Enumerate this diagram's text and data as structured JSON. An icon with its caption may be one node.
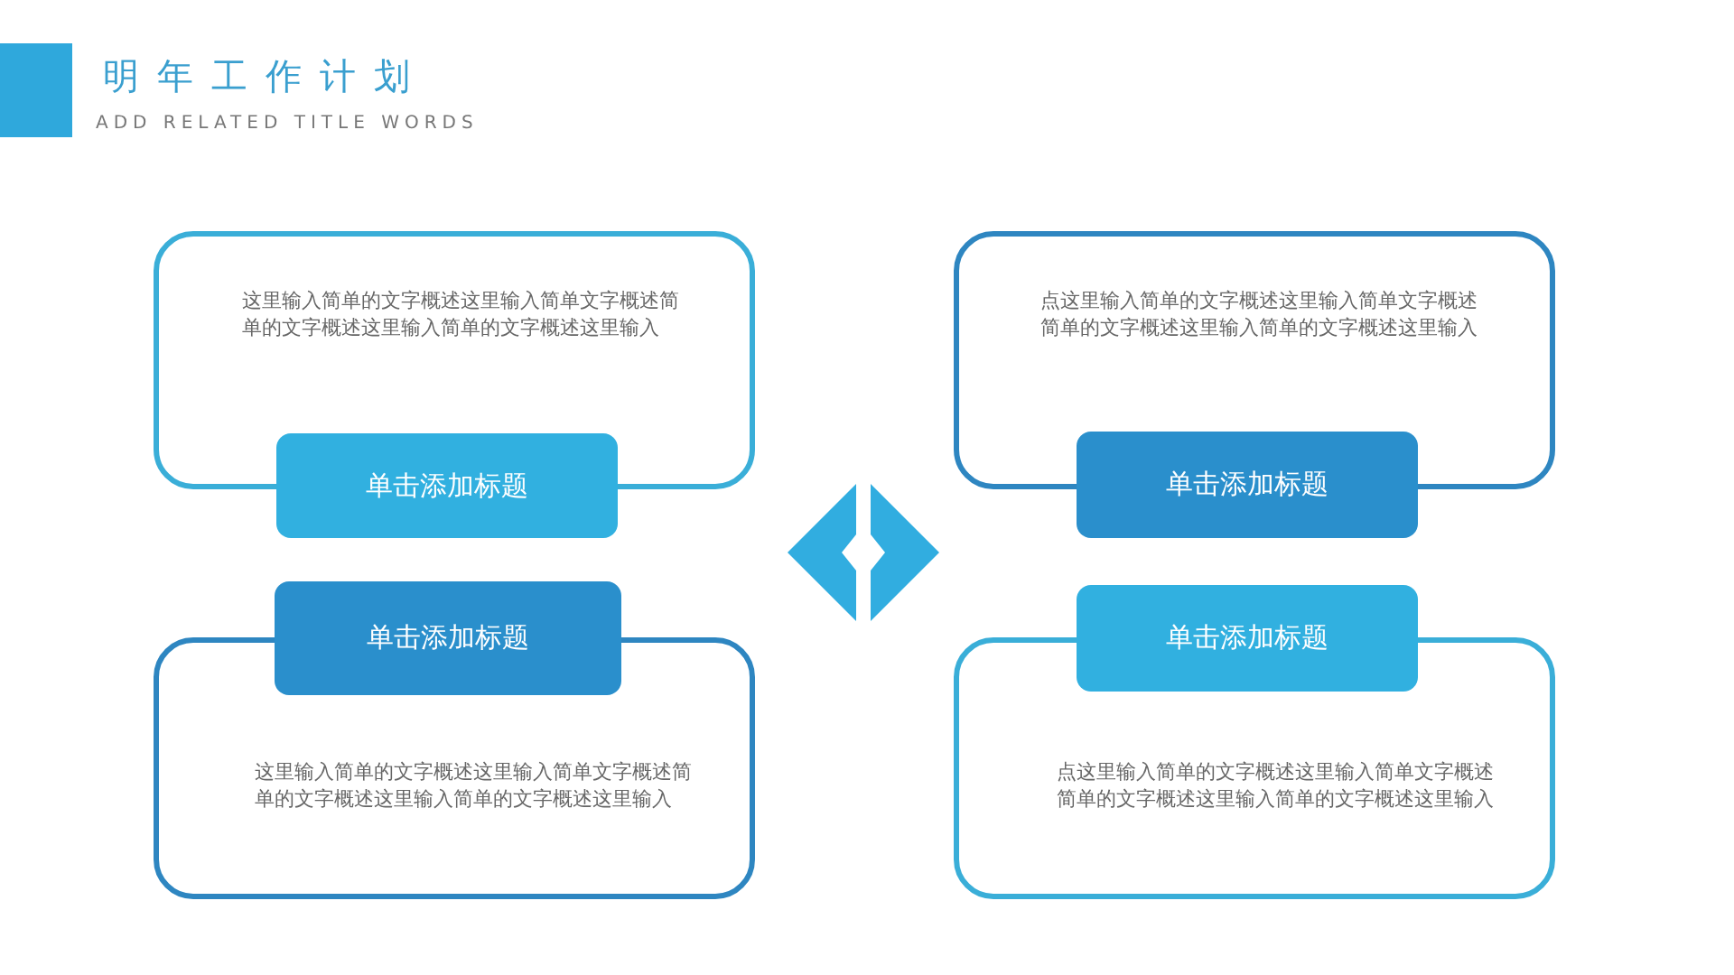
{
  "diagram": {
    "title": "明年工作计划",
    "caption": "ADD RELATED TITLE WORDS",
    "nodes": [
      {
        "text": [
          "这里输入简单的文字概述这里输入简单文字概述简单的文字概述这里输入简单的文字概述这里输入"
        ]
      },
      {
        "text": [
          "单击添加标题"
        ]
      },
      {
        "text": [
          "点这里输入简单的文字概述这里输入简单文字概述简单的文字概述这里输入简单的文字概述这里输入"
        ]
      },
      {
        "text": [
          "单击添加标题"
        ]
      },
      {
        "text": [
          "单击添加标题"
        ]
      },
      {
        "text": [
          "这里输入简单的文字概述这里输入简单文字概述简单的文字概述这里输入简单的文字概述这里输入"
        ]
      },
      {
        "text": [
          "单击添加标题"
        ]
      },
      {
        "text": [
          "点这里输入简单的文字概述这里输入简单文字概述简单的文字概述这里输入简单的文字概述这里输入"
        ]
      }
    ]
  }
}
